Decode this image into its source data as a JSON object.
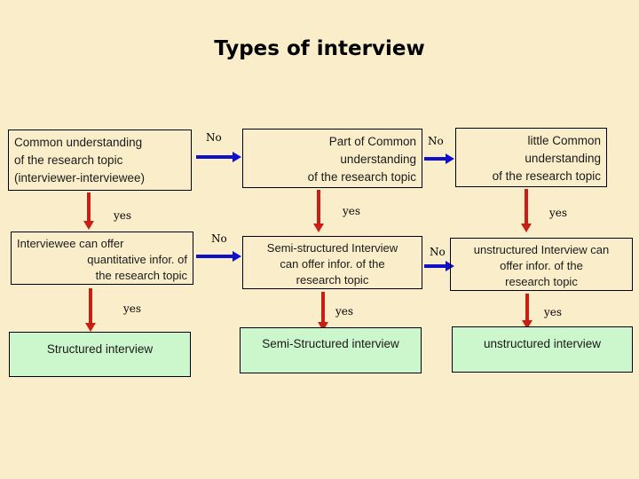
{
  "slide": {
    "title": "Types of interview",
    "background_color": "#faeeca",
    "decision_box_border_color": "#000000",
    "terminal_box_fill_color": "#ccf7cc",
    "no_arrow_color": "#1010c8",
    "yes_arrow_color": "#c81e14"
  },
  "nodes": {
    "r1c1": "Common understanding of the research topic (interviewer-interviewee)",
    "r1c1_lines": [
      "Common understanding",
      "of the research topic",
      "(interviewer-interviewee)"
    ],
    "r1c2_lines": [
      "Part of Common",
      "understanding",
      "of the research topic"
    ],
    "r1c3_lines": [
      "little Common",
      "understanding",
      "of the research topic"
    ],
    "r2c1_lines": [
      "Interviewee can offer",
      "quantitative infor. of",
      "the research topic"
    ],
    "r2c2_lines": [
      "Semi-structured Interview",
      "can offer infor. of the",
      "research topic"
    ],
    "r2c3_lines": [
      "unstructured Interview can",
      "offer infor. of the",
      "research topic"
    ],
    "r3c1": "Structured interview",
    "r3c2": "Semi-Structured interview",
    "r3c3": "unstructured interview"
  },
  "edges": {
    "no_r1_c1_c2": "No",
    "no_r1_c2_c3": "No",
    "no_r2_c1_c2": "No",
    "no_r2_c2_c3": "No",
    "yes_c1_r1_r2": "yes",
    "yes_c2_r1_r2": "yes",
    "yes_c3_r1_r2": "yes",
    "yes_c1_r2_r3": "yes",
    "yes_c2_r2_r3": "yes",
    "yes_c3_r2_r3": "yes"
  }
}
